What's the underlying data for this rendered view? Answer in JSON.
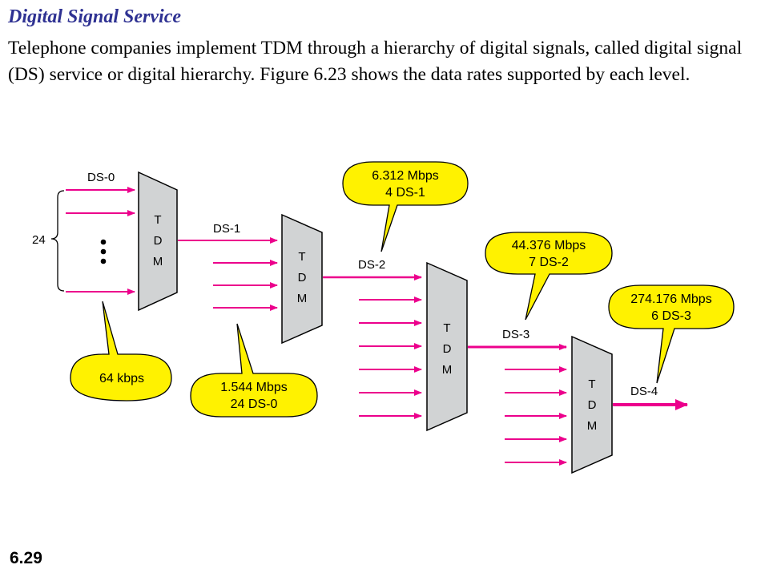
{
  "title": "Digital Signal Service",
  "body": "Telephone companies implement TDM through a hierarchy of digital signals, called digital signal (DS) service or digital hierarchy. Figure 6.23 shows the data rates supported by each level.",
  "page_number": "6.29",
  "colors": {
    "title": "#2e3192",
    "arrow": "#ec008c",
    "mux_fill": "#d1d3d4",
    "callout_fill": "#fff200"
  },
  "figure": {
    "mux_label": [
      "T",
      "D",
      "M"
    ],
    "inputs_count_label": "24",
    "inputs_dots": "•\n•\n•",
    "signals": {
      "ds0": "DS-0",
      "ds1": "DS-1",
      "ds2": "DS-2",
      "ds3": "DS-3",
      "ds4": "DS-4"
    },
    "callouts": {
      "ds0_rate": [
        "64 kbps"
      ],
      "ds1_rate": [
        "1.544 Mbps",
        "24 DS-0"
      ],
      "ds2_rate": [
        "6.312 Mbps",
        "4 DS-1"
      ],
      "ds3_rate": [
        "44.376 Mbps",
        "7 DS-2"
      ],
      "ds4_rate": [
        "274.176 Mbps",
        "6 DS-3"
      ]
    }
  }
}
